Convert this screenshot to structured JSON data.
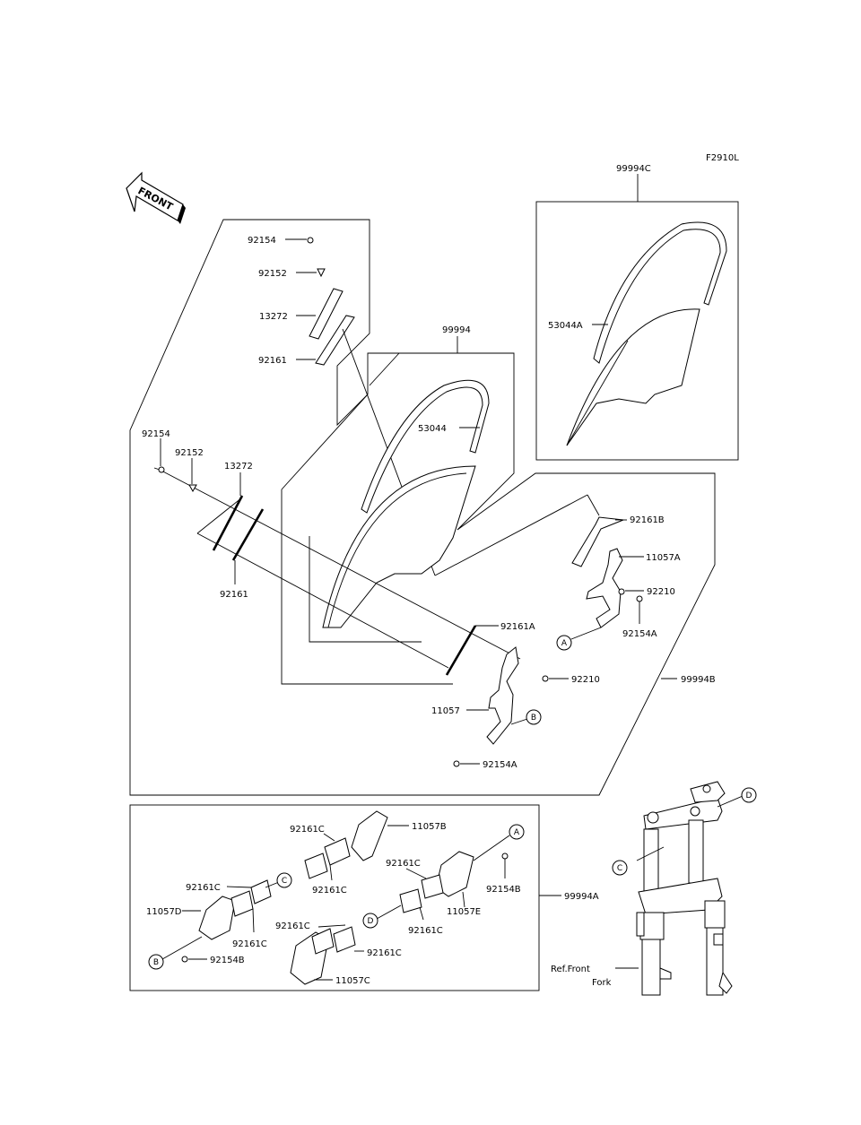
{
  "figure_code": "F2910L",
  "front_label": "FRONT",
  "ref_label_line1": "Ref.Front",
  "ref_label_line2": "Fork",
  "callouts": {
    "a": "A",
    "b": "B",
    "c": "C",
    "d": "D"
  },
  "parts": {
    "p92154_top": "92154",
    "p92152_top": "92152",
    "p13272_top": "13272",
    "p92161_top": "92161",
    "p99994": "99994",
    "p53044": "53044",
    "p92154_left": "92154",
    "p92152_left": "92152",
    "p13272_left": "13272",
    "p92161_left": "92161",
    "p99994C": "99994C",
    "p53044A": "53044A",
    "p92161B": "92161B",
    "p11057A": "11057A",
    "p92210_r": "92210",
    "p92154A_r": "92154A",
    "p92161A": "92161A",
    "p92210_c": "92210",
    "p99994B": "99994B",
    "p11057": "11057",
    "p92154A_b": "92154A",
    "p11057B": "11057B",
    "p92161C_1": "92161C",
    "p92161C_2": "92161C",
    "p92161C_3": "92161C",
    "p92161C_4": "92161C",
    "p92161C_5": "92161C",
    "p92161C_6": "92161C",
    "p92161C_7": "92161C",
    "p92161C_8": "92161C",
    "p11057D": "11057D",
    "p11057E": "11057E",
    "p92154B_r": "92154B",
    "p92154B_l": "92154B",
    "p99994A": "99994A",
    "p11057C": "11057C"
  }
}
